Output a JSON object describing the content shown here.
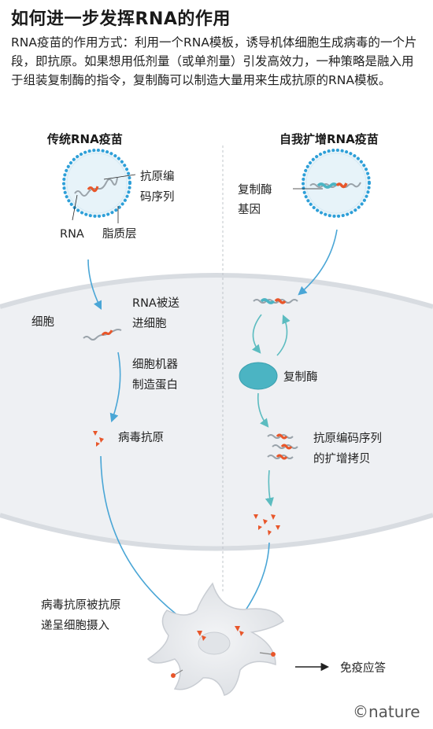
{
  "title": "如何进一步发挥RNA的作用",
  "intro": "RNA疫苗的作用方式：利用一个RNA模板，诱导机体细胞生成病毒的一个片段，即抗原。如果想用低剂量（或单剂量）引发高效力，一种策略是融入用于组装复制酶的指令，复制酶可以制造大量用来生成抗原的RNA模板。",
  "left_column": {
    "header": "传统RNA疫苗",
    "antigen_coding_label": [
      "抗原编",
      "码序列"
    ],
    "rna_label": "RNA",
    "lipid_label": "脂质层",
    "cell_label": "细胞",
    "rna_delivered_label": [
      "RNA被送",
      "进细胞"
    ],
    "machinery_label": [
      "细胞机器",
      "制造蛋白"
    ],
    "viral_antigen_label": "病毒抗原"
  },
  "right_column": {
    "header": "自我扩增RNA疫苗",
    "replicase_gene_label": [
      "复制酶",
      "基因"
    ],
    "replicase_label": "复制酶",
    "amplified_label": [
      "抗原编码序列",
      "的扩增拷贝"
    ]
  },
  "bottom": {
    "uptake_label": [
      "病毒抗原被抗原",
      "递呈细胞摄入"
    ],
    "immune_response_label": "免疫应答",
    "brand": "©nature"
  },
  "colors": {
    "teal": "#4bb4c3",
    "blue_dots": "#2d9fd8",
    "arrow": "#4aa6d6",
    "antigen": "#e8562a",
    "cell_fill": "#eef0f3"
  }
}
